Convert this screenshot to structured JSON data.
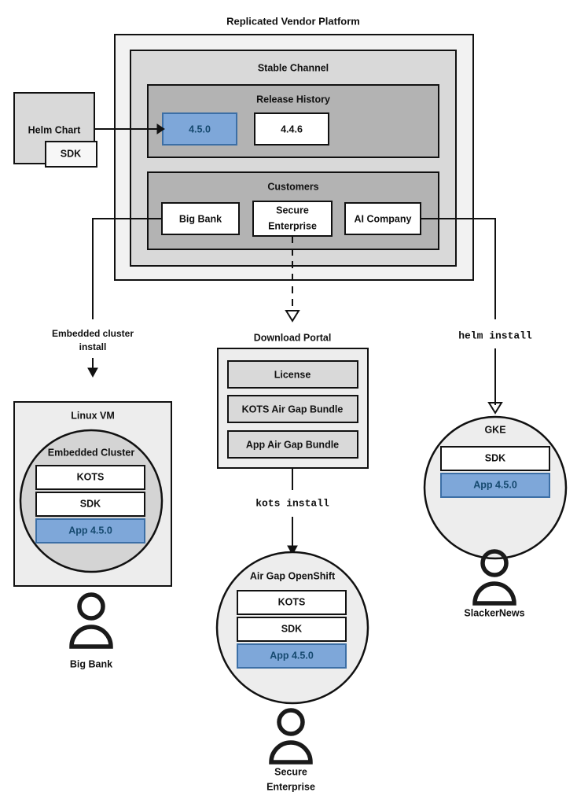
{
  "colors": {
    "blue_fill": "#7ea7d9",
    "blue_stroke": "#3c6fa6",
    "blue_text": "#15496f",
    "stroke": "#111111",
    "level1_fill": "#f2f2f2",
    "level2_fill": "#d9d9d9",
    "level3_fill": "#b3b3b3",
    "box_gray": "#ededed",
    "circle_gray": "#d4d4d4",
    "white": "#ffffff"
  },
  "platform": {
    "title": "Replicated Vendor Platform",
    "channel_title": "Stable Channel",
    "release_history": {
      "title": "Release History",
      "releases": [
        {
          "version": "4.5.0",
          "highlighted": true
        },
        {
          "version": "4.4.6",
          "highlighted": false
        }
      ]
    },
    "customers": {
      "title": "Customers",
      "items": [
        {
          "name": "Big Bank"
        },
        {
          "name": "Secure Enterprise",
          "line1": "Secure",
          "line2": "Enterprise"
        },
        {
          "name": "AI Company"
        }
      ]
    }
  },
  "source": {
    "chart_label": "Helm Chart",
    "sdk_label": "SDK"
  },
  "edges": [
    {
      "label": "Embedded cluster install",
      "line1": "Embedded cluster",
      "line2": "install",
      "style": "plain"
    },
    {
      "label": "kots install",
      "style": "mono"
    },
    {
      "label": "helm install",
      "style": "mono"
    }
  ],
  "targets": {
    "linux_vm": {
      "title": "Linux VM",
      "cluster_title": "Embedded Cluster",
      "components": [
        {
          "label": "KOTS",
          "highlighted": false
        },
        {
          "label": "SDK",
          "highlighted": false
        },
        {
          "label": "App 4.5.0",
          "highlighted": true
        }
      ],
      "user": "Big Bank"
    },
    "download_portal": {
      "title": "Download Portal",
      "items": [
        {
          "label": "License"
        },
        {
          "label": "KOTS Air Gap Bundle"
        },
        {
          "label": "App Air Gap Bundle"
        }
      ]
    },
    "airgap_openshift": {
      "title": "Air Gap OpenShift",
      "components": [
        {
          "label": "KOTS",
          "highlighted": false
        },
        {
          "label": "SDK",
          "highlighted": false
        },
        {
          "label": "App 4.5.0",
          "highlighted": true
        }
      ],
      "user_line1": "Secure",
      "user_line2": "Enterprise"
    },
    "gke": {
      "title": "GKE",
      "components": [
        {
          "label": "SDK",
          "highlighted": false
        },
        {
          "label": "App 4.5.0",
          "highlighted": true
        }
      ],
      "user": "SlackerNews"
    }
  }
}
